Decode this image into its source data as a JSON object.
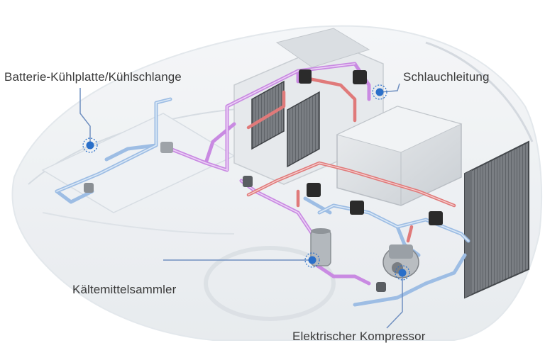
{
  "labels": {
    "battery": "Batterie-Kühlplatte/Kühlschlange",
    "hose": "Schlauchleitung",
    "accumulator": "Kältemittelsammler",
    "compressor": "Elektrischer Kompressor"
  },
  "colors": {
    "car_body": "#e9edf1",
    "car_outline": "#d3d9e0",
    "pipe_purple": "#c77fe0",
    "pipe_red": "#e46a6a",
    "pipe_blue": "#8fb4e0",
    "marker_blue": "#2a6fc9",
    "leader_line": "#6f8fc0",
    "component_dark": "#2b2b2b",
    "component_grey": "#cfd3d8"
  },
  "icons": {
    "marker": "target-circle-icon",
    "connector": "connector-block-icon"
  }
}
